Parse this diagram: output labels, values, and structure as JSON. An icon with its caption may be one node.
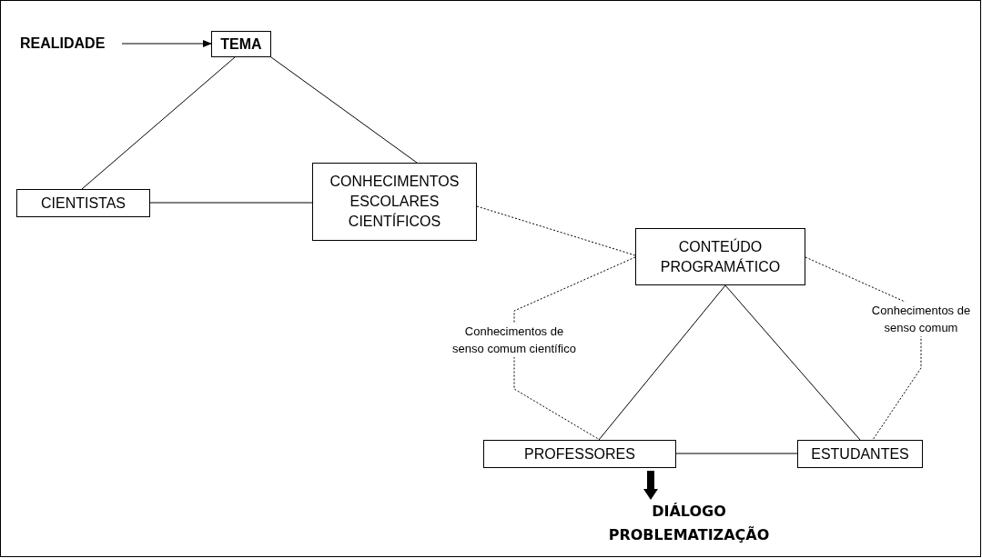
{
  "diagram": {
    "nodes": [
      {
        "text": [
          "REALIDADE"
        ]
      },
      {
        "text": [
          "TEMA"
        ]
      },
      {
        "text": [
          "CIENTISTAS"
        ]
      },
      {
        "text": [
          "CONHECIMENTOS ESCOLARES CIENTÍFICOS"
        ]
      },
      {
        "text": [
          "CONTEÚDO PROGRAMÁTICO"
        ]
      },
      {
        "text": [
          "PROFESSORES"
        ]
      },
      {
        "text": [
          "ESTUDANTES"
        ]
      },
      {
        "text": [
          "DIÁLOGO",
          "PROBLEMATIZAÇÃO"
        ]
      }
    ],
    "edges": [
      {
        "from": 0,
        "to": 1,
        "arrow": "to"
      },
      {
        "from": 1,
        "to": 2,
        "arrow": "none"
      },
      {
        "from": 1,
        "to": 3,
        "arrow": "none"
      },
      {
        "from": 2,
        "to": 3,
        "arrow": "none"
      },
      {
        "from": 3,
        "to": 4,
        "arrow": "none",
        "style": "dashed"
      },
      {
        "from": 4,
        "to": 5,
        "arrow": "none",
        "style": "dashed",
        "label": "Conhecimentos de senso comum científico"
      },
      {
        "from": 4,
        "to": 5,
        "arrow": "none"
      },
      {
        "from": 4,
        "to": 6,
        "arrow": "none"
      },
      {
        "from": 4,
        "to": 6,
        "arrow": "none",
        "style": "dashed",
        "label": "Conhecimentos de senso comum"
      },
      {
        "from": 5,
        "to": 6,
        "arrow": "none"
      },
      {
        "from": 5,
        "to": 7,
        "arrow": "to",
        "style": "thick"
      }
    ]
  }
}
